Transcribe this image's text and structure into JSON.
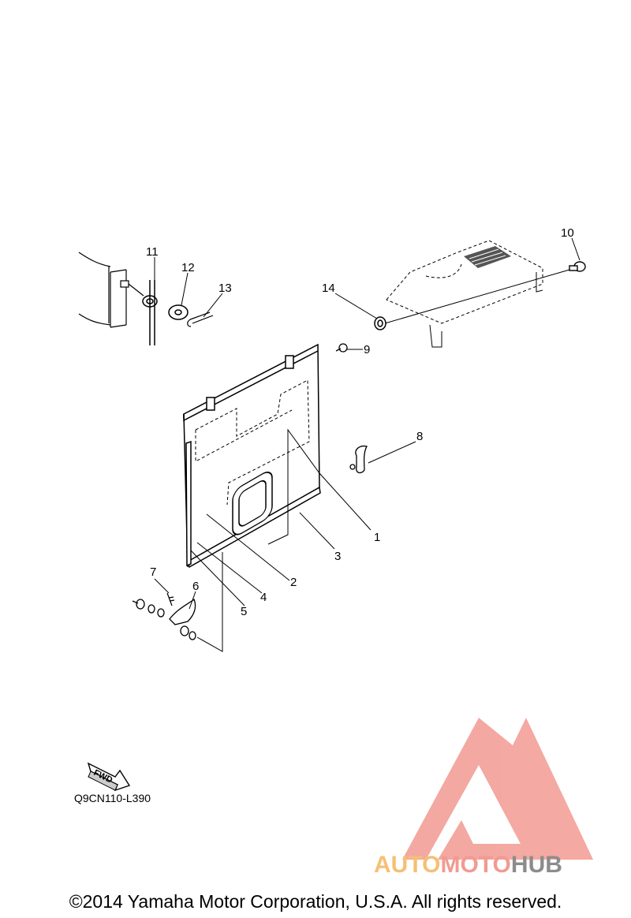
{
  "diagram": {
    "callouts": [
      {
        "id": "1",
        "label": "1"
      },
      {
        "id": "2",
        "label": "2"
      },
      {
        "id": "3",
        "label": "3"
      },
      {
        "id": "4",
        "label": "4"
      },
      {
        "id": "5",
        "label": "5"
      },
      {
        "id": "6",
        "label": "6"
      },
      {
        "id": "7",
        "label": "7"
      },
      {
        "id": "8",
        "label": "8"
      },
      {
        "id": "9",
        "label": "9"
      },
      {
        "id": "10",
        "label": "10"
      },
      {
        "id": "11",
        "label": "11"
      },
      {
        "id": "12",
        "label": "12"
      },
      {
        "id": "13",
        "label": "13"
      },
      {
        "id": "14",
        "label": "14"
      }
    ],
    "fwd_label": "FWD",
    "drawing_code": "Q9CN110-L390"
  },
  "watermark": {
    "part1": "AUTO",
    "part2": "MOTO",
    "part3": "HUB",
    "colors": {
      "auto": "#f5c074",
      "moto": "#f29a92",
      "hub": "#8c8c8c",
      "triangle": "#f29a92"
    }
  },
  "footer": {
    "copyright": "©2014 Yamaha Motor Corporation, U.S.A. All rights reserved."
  }
}
